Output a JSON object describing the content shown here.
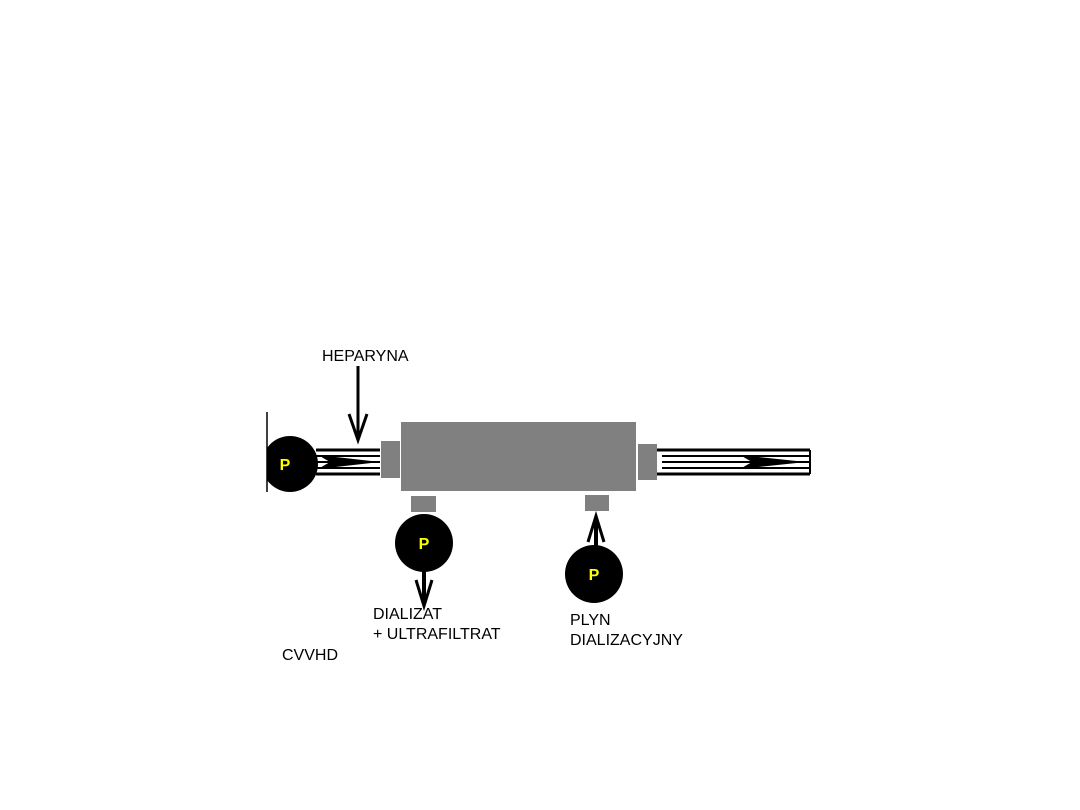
{
  "labels": {
    "heparin": "HEPARYNA",
    "effluent_line1": "DIALIZAT",
    "effluent_line2": "+ ULTRAFILTRAT",
    "dialysate_line1": "PLYN",
    "dialysate_line2": "DIALIZACYJNY",
    "mode": "CVVHD"
  },
  "pumps": {
    "blood": "P",
    "effluent": "P",
    "dialysate": "P"
  },
  "colors": {
    "filter": "#808080",
    "pump": "#000000",
    "pump_letter": "#ffff00",
    "line": "#000000",
    "background": "#ffffff"
  }
}
